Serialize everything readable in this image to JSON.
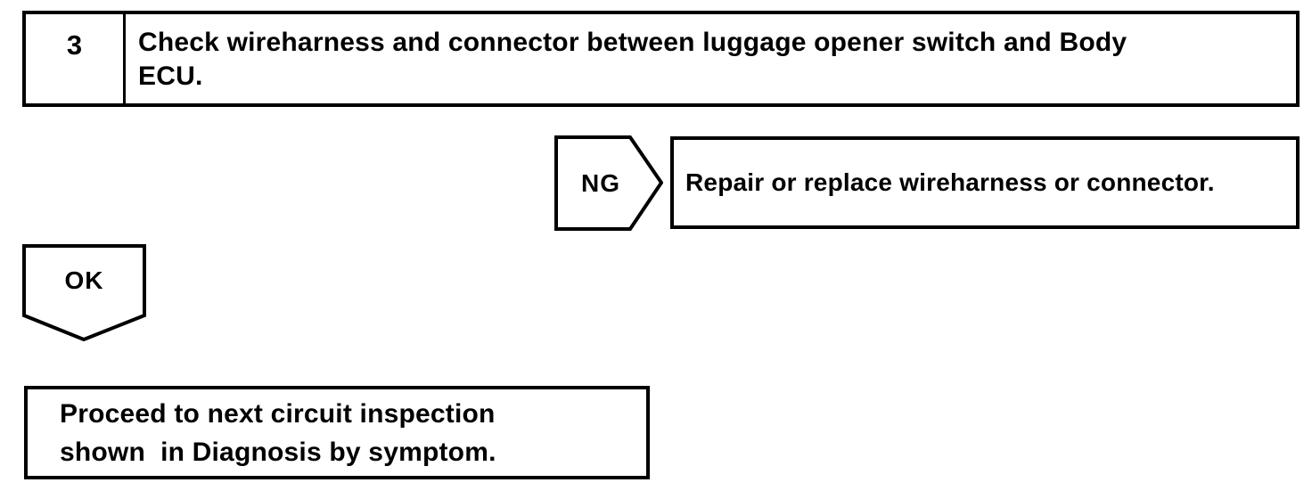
{
  "page": {
    "background_color": "#ffffff",
    "line_color": "#000000"
  },
  "flowchart": {
    "step_box": {
      "number": "3",
      "instruction_lines": [
        "Check wireharness and connector between luggage opener switch and Body",
        "ECU."
      ]
    },
    "ng_branch": {
      "connector_label": "NG",
      "result_text": "Repair or replace wireharness or connector."
    },
    "ok_branch": {
      "connector_label": "OK",
      "result_lines": [
        "Proceed to next circuit inspection",
        "shown  in Diagnosis by symptom."
      ]
    }
  }
}
